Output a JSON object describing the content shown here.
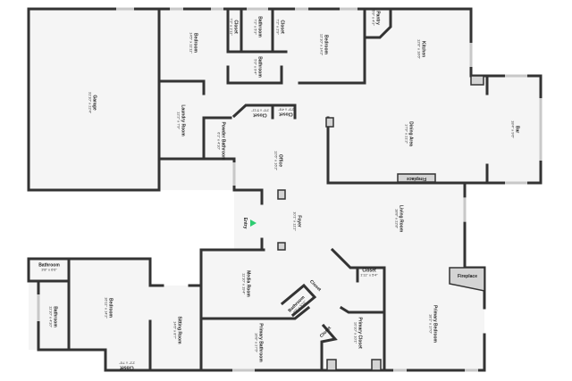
{
  "floorplan": {
    "entry_marker_color": "#2ecc71",
    "rooms": [
      {
        "name": "Garage",
        "dims": "31'10\" x 22'4\""
      },
      {
        "name": "Bedroom",
        "dims": "14'5\" x 11'11\""
      },
      {
        "name": "Closet",
        "dims": "7'2\" x 1'11\""
      },
      {
        "name": "Bathroom",
        "dims": "7'2\" x 5'3\""
      },
      {
        "name": "Closet",
        "dims": "7'2\" x 2'9\""
      },
      {
        "name": "Bathroom",
        "dims": "5'3\" x 9'4\""
      },
      {
        "name": "Bedroom",
        "dims": "12'10\" x 14'2\""
      },
      {
        "name": "Pantry",
        "dims": "5'9\" x 4'3\""
      },
      {
        "name": "Kitchen",
        "dims": "12'8\" x 18'6\""
      },
      {
        "name": "Dining Area",
        "dims": "17'9\" x 21'2\""
      },
      {
        "name": "Bar",
        "dims": "18'4\" x 9'6\""
      },
      {
        "name": "Laundry Room",
        "dims": "12'2\" x 7'9\""
      },
      {
        "name": "Powder Bathroom",
        "dims": "6'1\" x 4'10\""
      },
      {
        "name": "Closet",
        "dims": "2'6\" x 5'11\""
      },
      {
        "name": "Closet",
        "dims": "2'9\" x 4'8\""
      },
      {
        "name": "Office",
        "dims": "12'6\" x 16'2\""
      },
      {
        "name": "Foyer",
        "dims": "10'1\" x 11'2\""
      },
      {
        "name": "Living Room",
        "dims": "18'8\" x 22'8\""
      },
      {
        "name": "Closet",
        "dims": "1'11\" x 5'4\""
      },
      {
        "name": "Media Room",
        "dims": "11'10\" x 19'4\""
      },
      {
        "name": "Bathroom",
        "dims": "3'8\" x 6'6\""
      },
      {
        "name": "Bathroom",
        "dims": "11'10\" x 4'10\""
      },
      {
        "name": "Bedroom",
        "dims": "16'11\" x 14'2\""
      },
      {
        "name": "Sitting Room",
        "dims": "14'6\" x 8'7\""
      },
      {
        "name": "Closet",
        "dims": "2'2\" x 7'6\""
      },
      {
        "name": "Primary Bathroom",
        "dims": "16'8\" x 27'5\""
      },
      {
        "name": "Closet",
        "dims": ""
      },
      {
        "name": "Bathroom",
        "dims": "4'7\" x 5'11\""
      },
      {
        "name": "Closet",
        "dims": ""
      },
      {
        "name": "Primary Closet",
        "dims": "10'10\" x 10'1\""
      },
      {
        "name": "Primary Bedroom",
        "dims": "18'1\" x 17'0\""
      }
    ],
    "fixtures": {
      "fireplace_dining": "Fireplace",
      "fireplace_bedroom": "Fireplace",
      "entry": "Entry"
    }
  }
}
